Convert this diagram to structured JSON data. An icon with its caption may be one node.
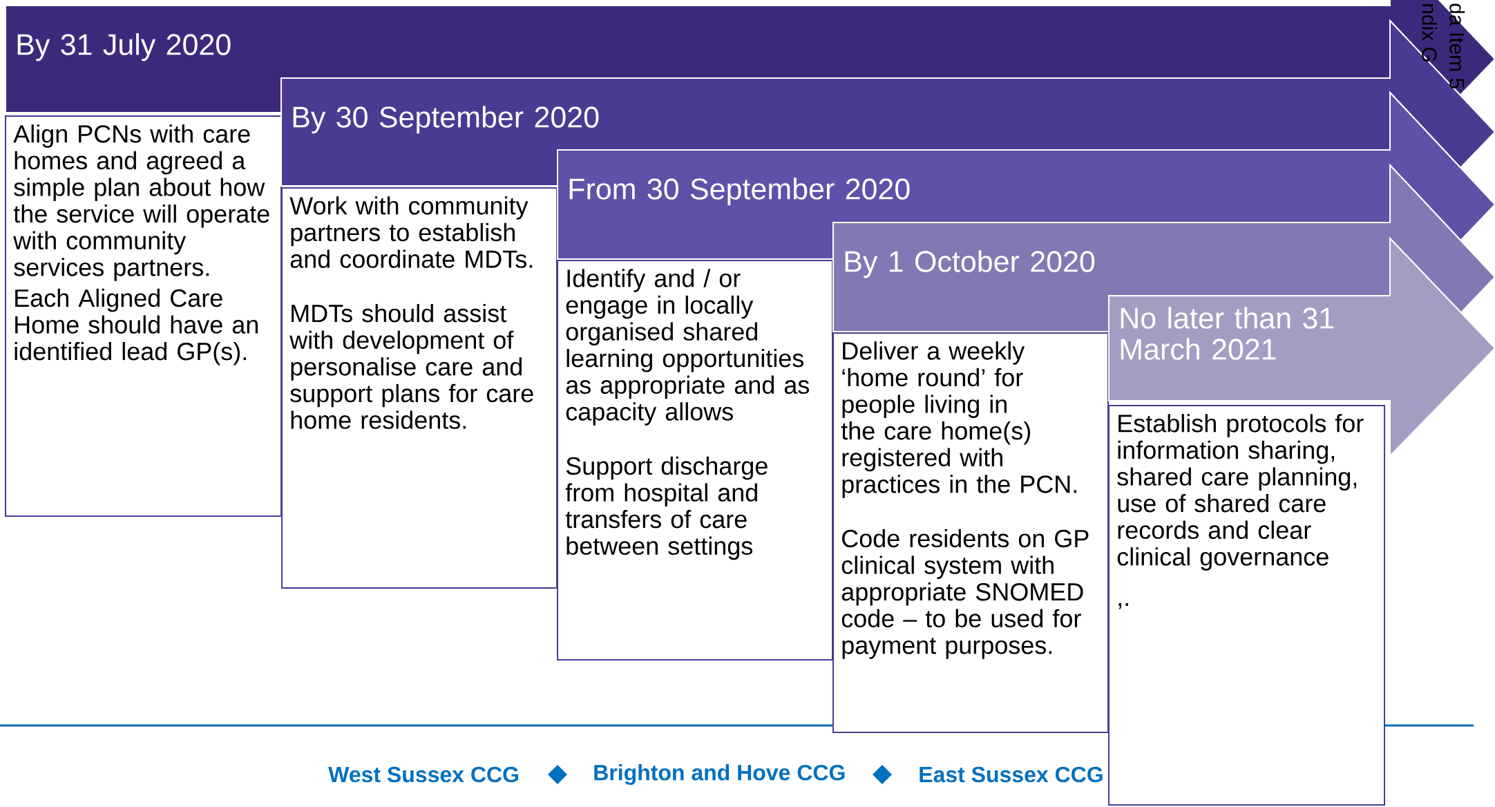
{
  "diagram": {
    "nodes": [
      {
        "text": [
          "By 31 July 2020"
        ]
      },
      {
        "text": [
          "Align PCNs with care homes and agreed a simple plan about how the service will operate with community services partners.",
          "Each Aligned Care Home should have an identified lead GP(s)."
        ]
      },
      {
        "text": [
          "By 30 September 2020"
        ]
      },
      {
        "text": [
          "Work with community partners to establish and coordinate MDTs.",
          "MDTs should assist with development of personalise care and support plans for care home residents."
        ]
      },
      {
        "text": [
          "From 30 September 2020"
        ]
      },
      {
        "text": [
          "Identify and / or engage in locally organised shared learning opportunities as appropriate and as capacity allows",
          "Support discharge from hospital and transfers of care between settings"
        ]
      },
      {
        "text": [
          "By 1 October 2020"
        ]
      },
      {
        "text": [
          "Deliver a weekly ‘home round’ for people living in the care home(s) registered with practices in the PCN.",
          "Code residents on GP clinical system with appropriate SNOMED code – to be used for payment purposes."
        ]
      },
      {
        "text": [
          "No later than 31 March 2021"
        ]
      },
      {
        "text": [
          "Establish protocols for information sharing, shared care planning, use of shared care records and clear clinical governance",
          ",."
        ]
      }
    ],
    "labels": [
      "da Item 5",
      "ndix G",
      "West Sussex CCG",
      "Brighton and Hove CCG",
      "East Sussex CCG"
    ]
  }
}
